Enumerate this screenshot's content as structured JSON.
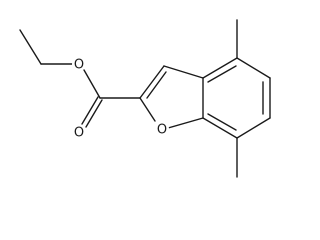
{
  "molecule": {
    "atoms": [
      {
        "id": "ester_oxygen",
        "symbol": "O"
      },
      {
        "id": "carbonyl_oxygen",
        "symbol": "O"
      },
      {
        "id": "furan_oxygen",
        "symbol": "O"
      }
    ]
  }
}
